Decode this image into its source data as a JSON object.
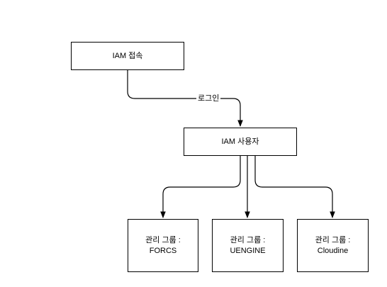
{
  "nodes": {
    "iam_access": {
      "label": "IAM 접속"
    },
    "iam_user": {
      "label": "IAM 사용자"
    },
    "group_forcs": {
      "line1": "관리 그룹 :",
      "line2": "FORCS"
    },
    "group_uengine": {
      "line1": "관리 그룹 :",
      "line2": "UENGINE"
    },
    "group_cloudine": {
      "line1": "관리 그룹 :",
      "line2": "Cloudine"
    }
  },
  "edges": {
    "login_label": "로그인"
  },
  "colors": {
    "stroke": "#000000",
    "background": "#ffffff"
  }
}
